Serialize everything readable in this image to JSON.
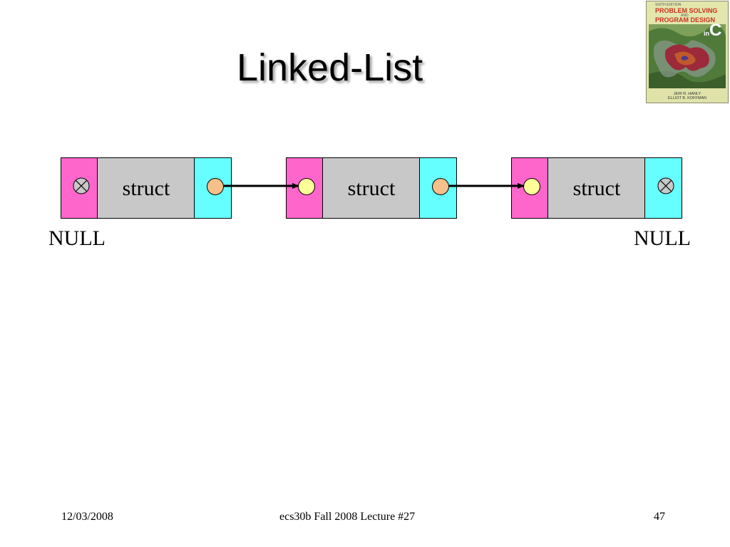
{
  "slide": {
    "title": "Linked-List",
    "footer": {
      "date": "12/03/2008",
      "course": "ecs30b Fall 2008 Lecture #27",
      "page": "47"
    }
  },
  "book_cover": {
    "edition": "SIXTH EDITION",
    "title_line1": "PROBLEM SOLVING",
    "title_and": "AND",
    "title_line2": "PROGRAM DESIGN",
    "title_in": "in",
    "title_c": "C",
    "author1": "JERI R. HANLY",
    "author2": "ELLIOT B. KOFFMAN",
    "colors": {
      "background": "#dfe3a9",
      "title_text": "#c8321e"
    }
  },
  "diagram": {
    "nodes": [
      {
        "label": "struct",
        "prev": "null",
        "next": "pointer"
      },
      {
        "label": "struct",
        "prev": "pointer",
        "next": "pointer"
      },
      {
        "label": "struct",
        "prev": "pointer",
        "next": "null"
      }
    ],
    "null_left": "NULL",
    "null_right": "NULL",
    "colors": {
      "prev_cell": "#ff66cc",
      "data_cell": "#c8c8c8",
      "next_cell": "#66ffff",
      "next_pointer_dot": "#f5c08a",
      "prev_pointer_dot": "#ffff99"
    }
  }
}
